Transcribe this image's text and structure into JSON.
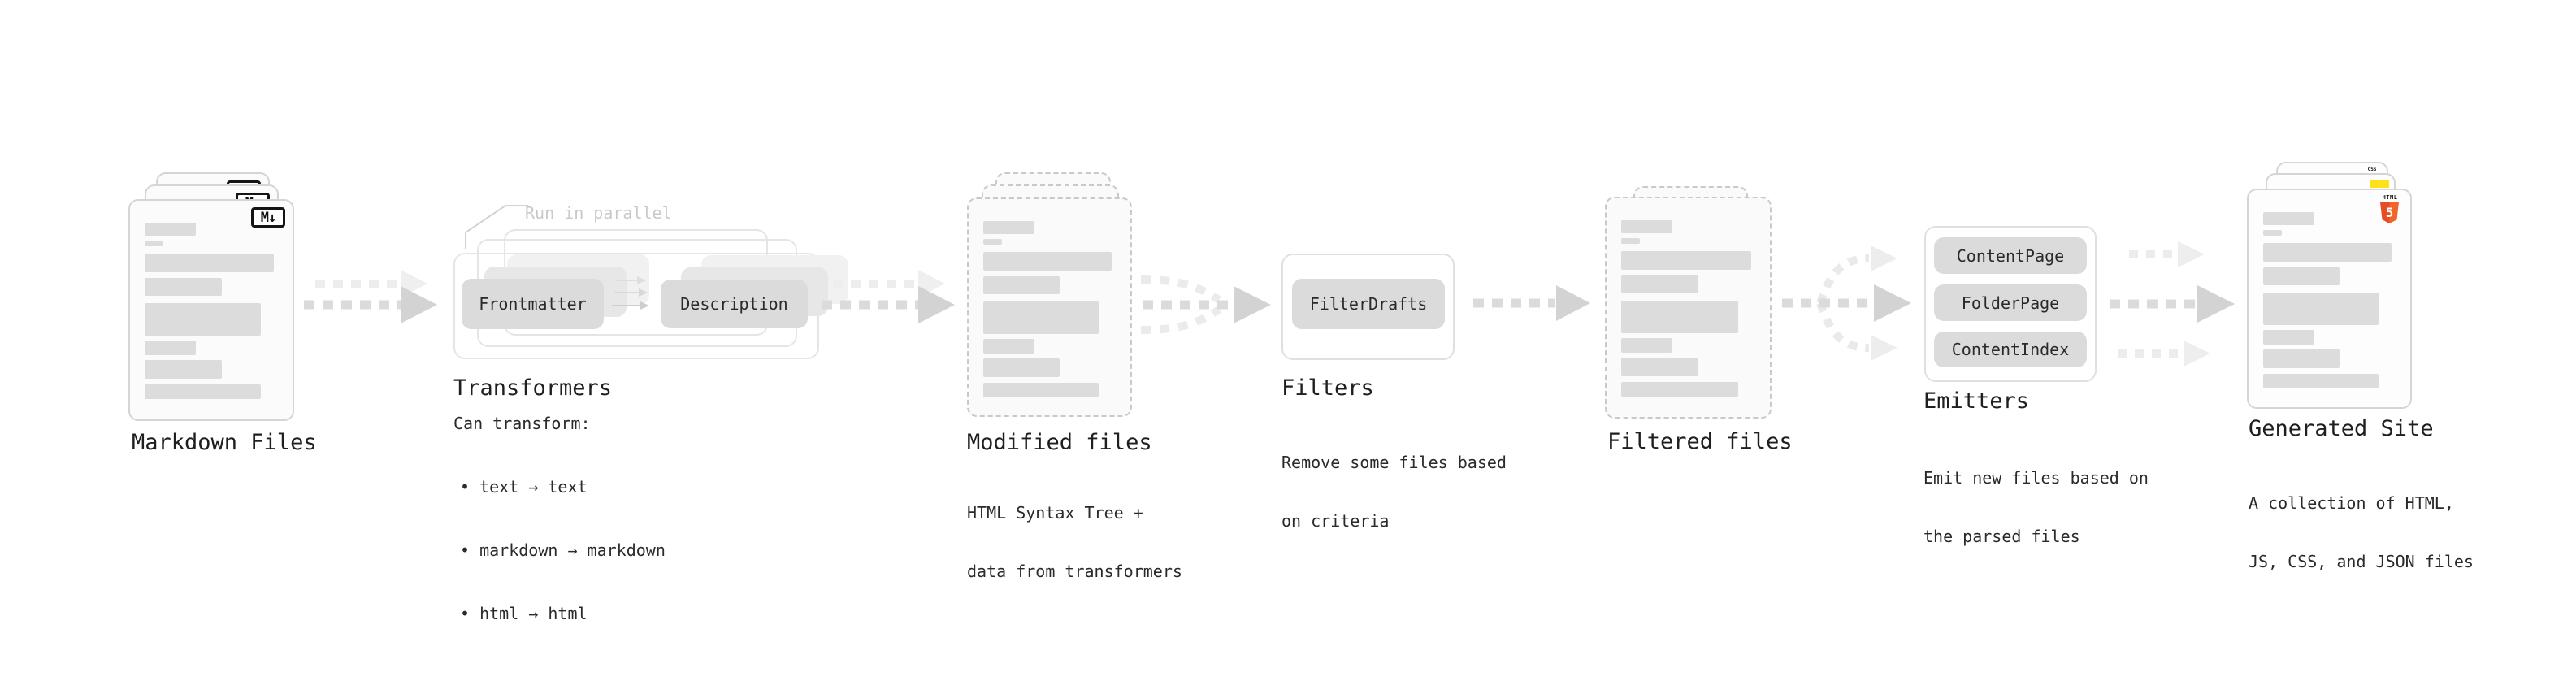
{
  "diagram": {
    "nodes": {
      "markdown_files": {
        "label": "Markdown Files"
      },
      "transformers": {
        "label": "Transformers",
        "annotation": "Run in parallel",
        "boxes": [
          "Frontmatter",
          "Description"
        ],
        "subtitle": "Can transform:",
        "bullets": [
          "• text → text",
          "• markdown → markdown",
          "• html → html"
        ]
      },
      "modified_files": {
        "label": "Modified files",
        "subtitle_lines": [
          "HTML Syntax Tree +",
          "data from transformers"
        ]
      },
      "filters": {
        "label": "Filters",
        "boxes": [
          "FilterDrafts"
        ],
        "subtitle_lines": [
          "Remove some files based",
          "on criteria"
        ]
      },
      "filtered_files": {
        "label": "Filtered files"
      },
      "emitters": {
        "label": "Emitters",
        "boxes": [
          "ContentPage",
          "FolderPage",
          "ContentIndex"
        ],
        "subtitle_lines": [
          "Emit new files based on",
          "the parsed files"
        ]
      },
      "generated_site": {
        "label": "Generated Site",
        "subtitle_lines": [
          "A collection of HTML,",
          "JS, CSS, and JSON files"
        ]
      }
    },
    "icons": {
      "markdown_badge": "M↓",
      "html5_label": "HTML",
      "html5_numeral": "5",
      "css_badge": "CSS"
    },
    "colors": {
      "html5_orange": "#f16529",
      "html5_orange_dark": "#e44d26",
      "js_yellow": "#ffe11a",
      "css_blue": "#2965f1",
      "box_gray": "#dbdbdb",
      "arrow_gray": "#d3d3d3",
      "faint_arrow_gray": "#ececec"
    }
  }
}
